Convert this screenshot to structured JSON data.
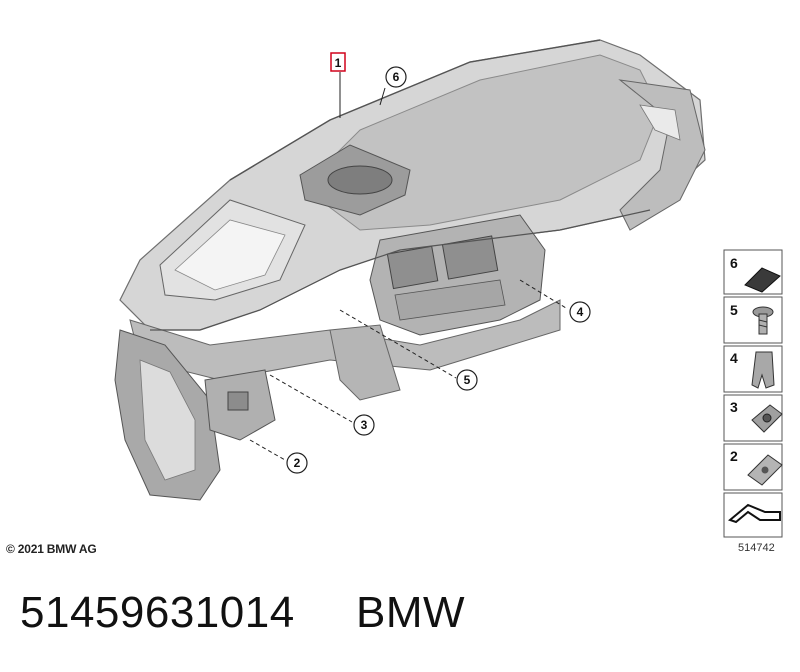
{
  "diagram": {
    "callouts": [
      "1",
      "6",
      "4",
      "5",
      "3",
      "2"
    ],
    "legend": [
      "6",
      "5",
      "4",
      "3",
      "2"
    ]
  },
  "footer": {
    "copyright": "© 2021 BMW AG",
    "diagram_id": "514742",
    "part_number": "51459631014",
    "brand": "BMW"
  },
  "colors": {
    "highlight": "#d0021b",
    "body_fill": "#c8c8c8",
    "body_dark": "#8a8a8a"
  }
}
